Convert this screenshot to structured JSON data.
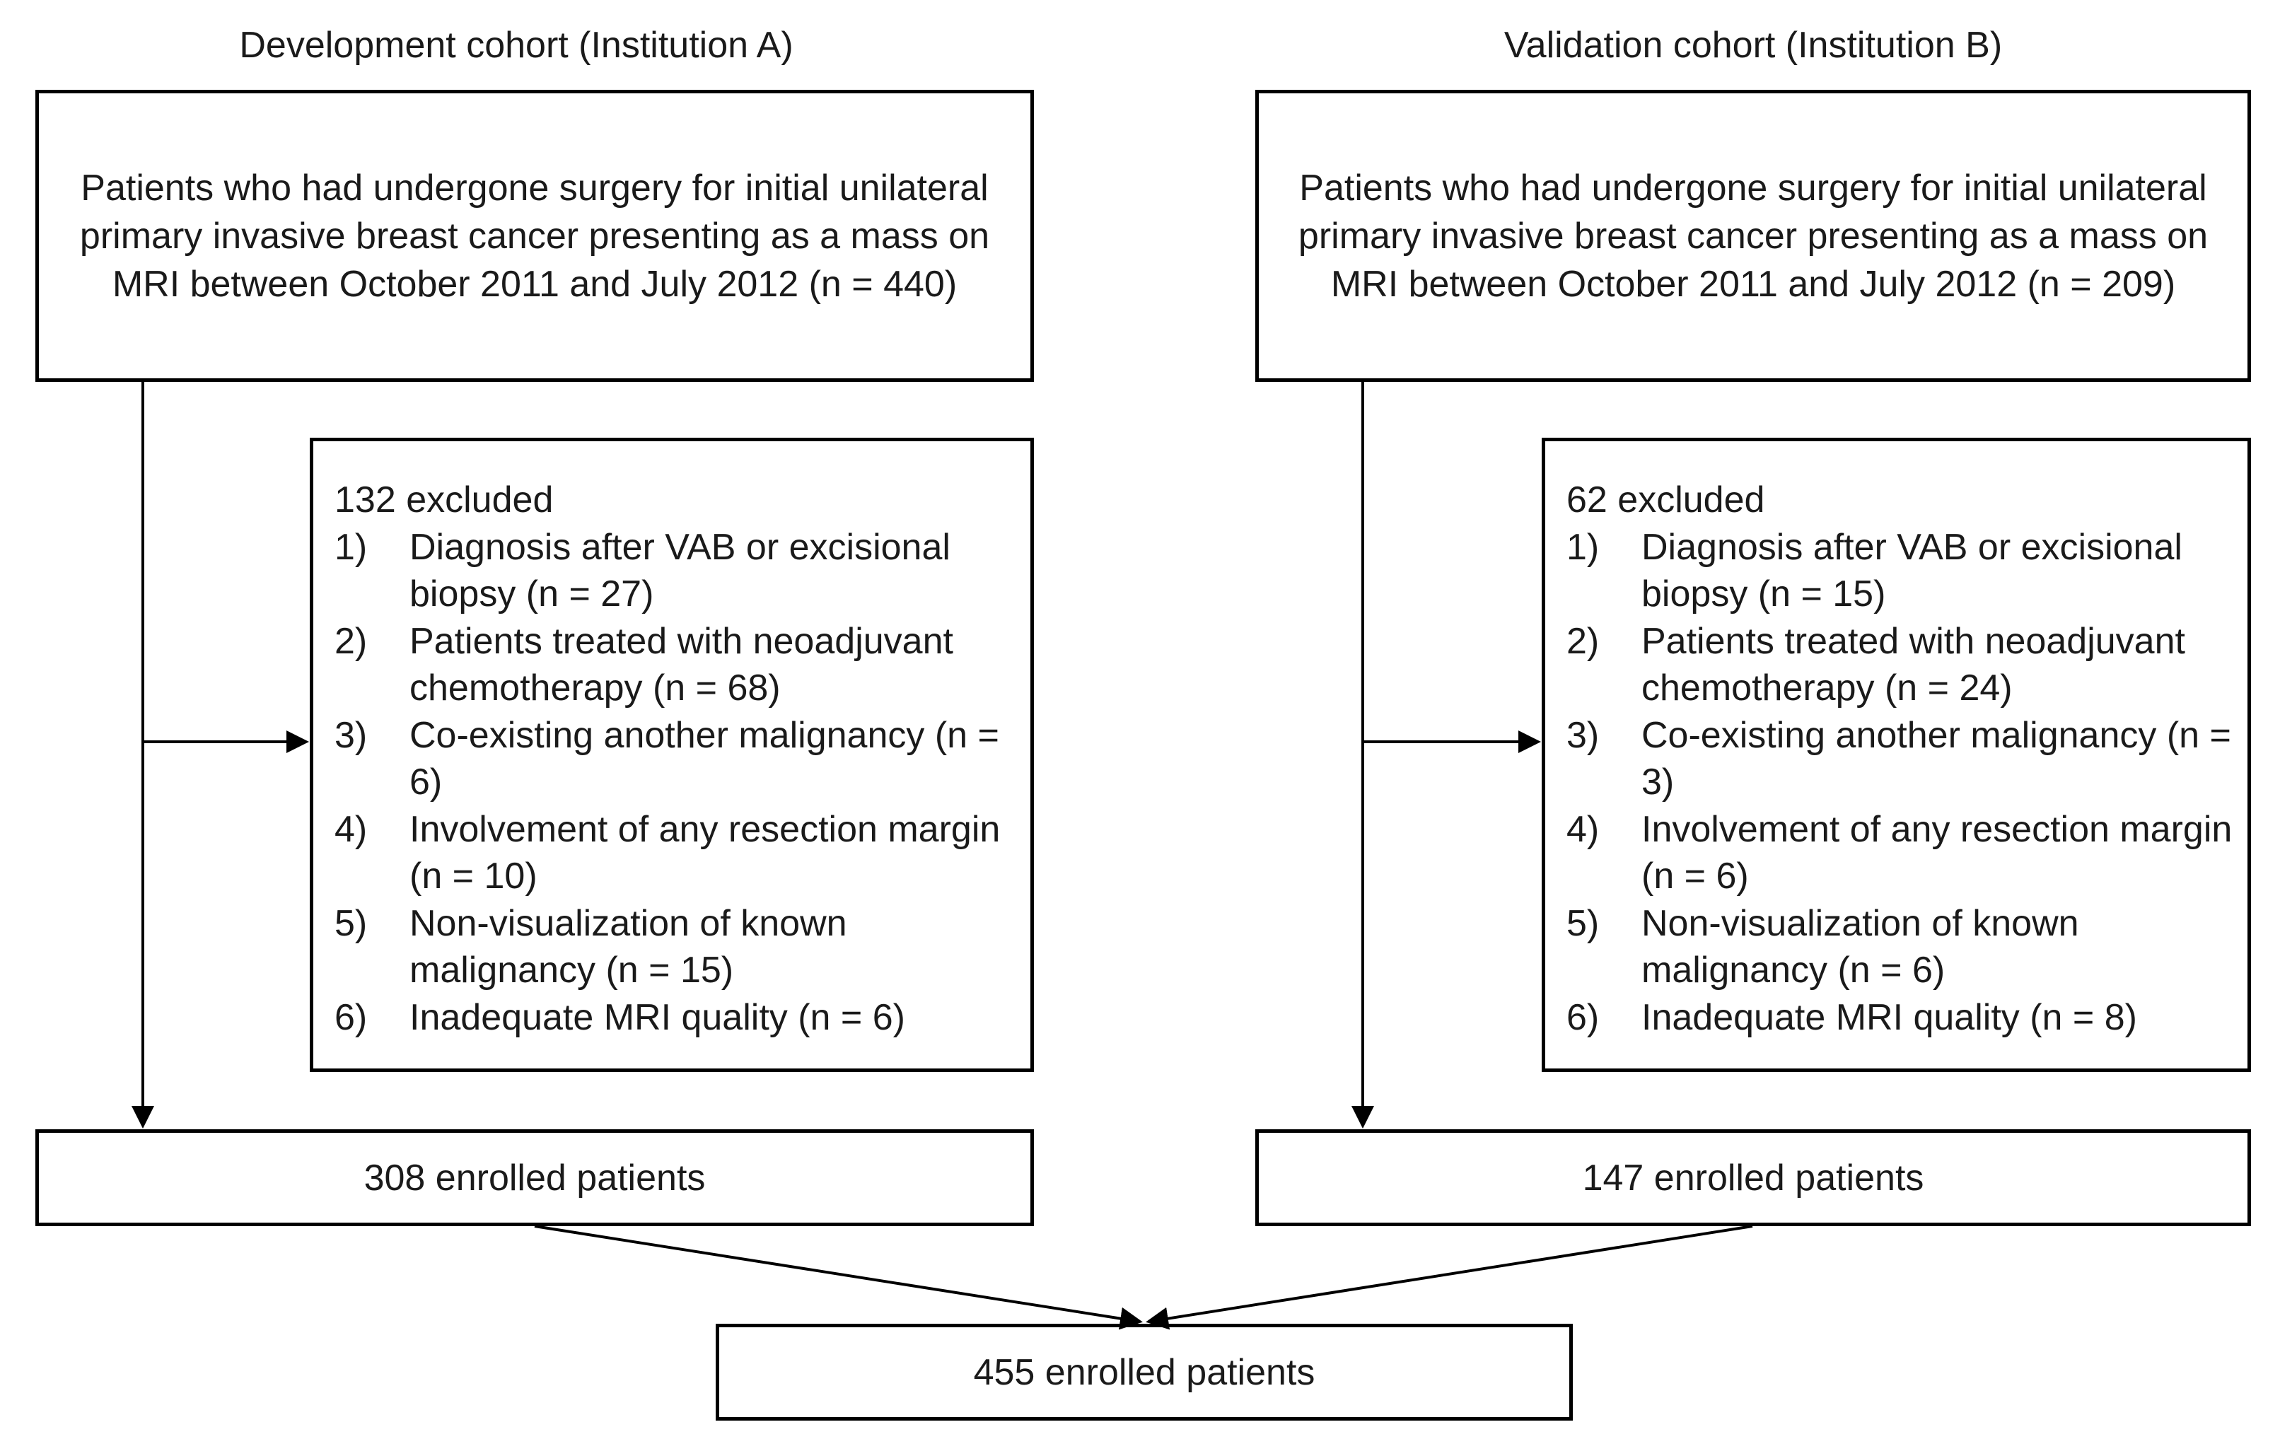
{
  "left": {
    "heading": "Development cohort (Institution A)",
    "intro": "Patients who had undergone surgery for initial unilateral primary invasive breast cancer presenting as a mass on MRI between October 2011 and July 2012 (n = 440)",
    "excluded_title": "132 excluded",
    "exclusions": [
      {
        "num": "1)",
        "text": "Diagnosis after VAB or excisional biopsy (n = 27)"
      },
      {
        "num": "2)",
        "text": "Patients treated with neoadjuvant chemotherapy (n = 68)"
      },
      {
        "num": "3)",
        "text": "Co-existing another malignancy (n = 6)"
      },
      {
        "num": "4)",
        "text": "Involvement of any resection margin (n = 10)"
      },
      {
        "num": "5)",
        "text": "Non-visualization of known malignancy (n = 15)"
      },
      {
        "num": "6)",
        "text": "Inadequate MRI quality (n = 6)"
      }
    ],
    "enrolled": "308 enrolled patients"
  },
  "right": {
    "heading": "Validation cohort (Institution B)",
    "intro": "Patients who had undergone surgery for initial unilateral primary invasive breast cancer presenting as a mass on MRI between October 2011 and July 2012 (n = 209)",
    "excluded_title": "62 excluded",
    "exclusions": [
      {
        "num": "1)",
        "text": "Diagnosis after VAB or excisional biopsy (n = 15)"
      },
      {
        "num": "2)",
        "text": "Patients treated with neoadjuvant chemotherapy (n = 24)"
      },
      {
        "num": "3)",
        "text": "Co-existing another malignancy (n = 3)"
      },
      {
        "num": "4)",
        "text": "Involvement of any resection margin (n = 6)"
      },
      {
        "num": "5)",
        "text": "Non-visualization of known malignancy (n = 6)"
      },
      {
        "num": "6)",
        "text": "Inadequate MRI quality (n = 8)"
      }
    ],
    "enrolled": "147 enrolled patients"
  },
  "combined": "455 enrolled patients"
}
